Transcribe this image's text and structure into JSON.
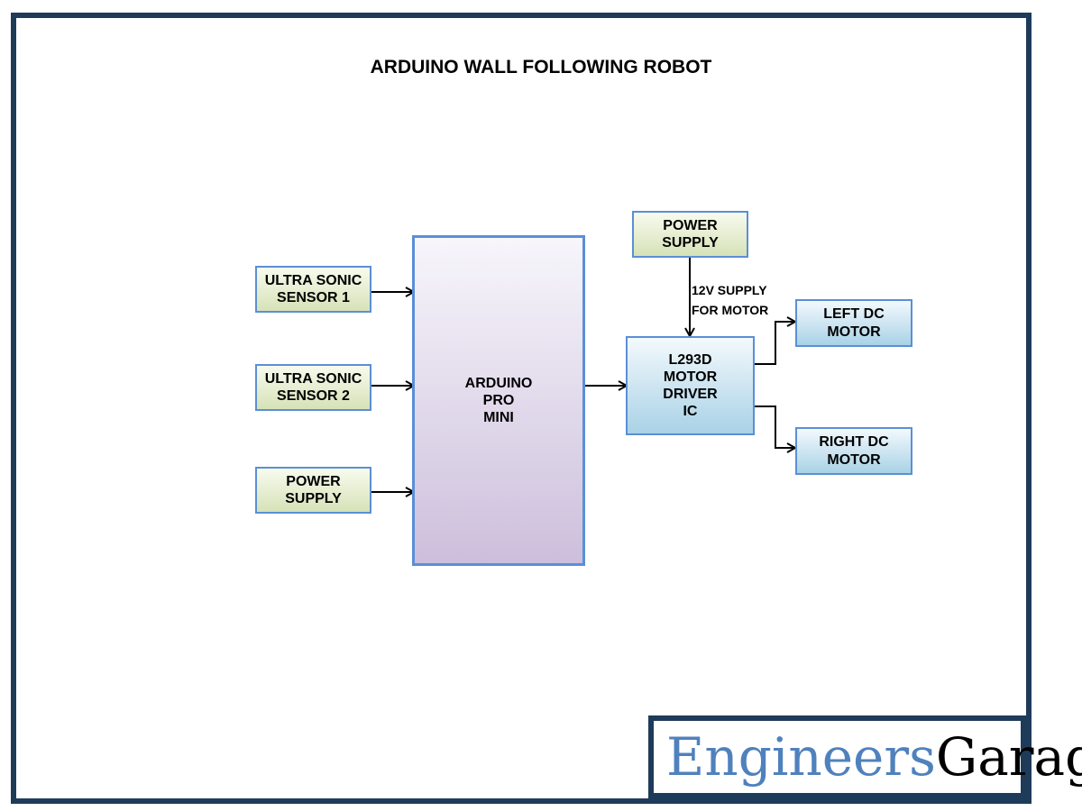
{
  "title": "ARDUINO WALL FOLLOWING ROBOT",
  "blocks": {
    "sensor1": "ULTRA SONIC\nSENSOR 1",
    "sensor2": "ULTRA SONIC\nSENSOR 2",
    "power_left": "POWER\nSUPPLY",
    "arduino": "ARDUINO\nPRO\nMINI",
    "power_top": "POWER\nSUPPLY",
    "driver": "L293D\nMOTOR\nDRIVER\nIC",
    "left_motor": "LEFT DC\nMOTOR",
    "right_motor": "RIGHT DC\nMOTOR"
  },
  "edge_labels": {
    "supply_to_driver": "12V SUPPLY\nFOR MOTOR"
  },
  "logo": {
    "part1": "Engineers",
    "part2": "Garage"
  },
  "colors": {
    "frame": "#1f3b5a",
    "block_border": "#5b8fd6",
    "logo_blue": "#4f81bd"
  }
}
